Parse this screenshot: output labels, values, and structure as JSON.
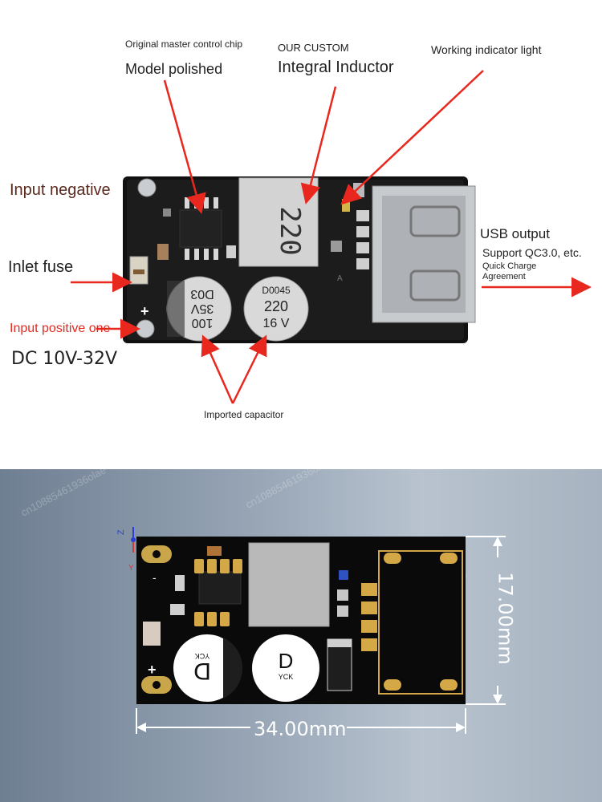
{
  "top_panel": {
    "labels": {
      "chip_small": "Original master control chip",
      "chip_big": "Model polished",
      "inductor_small": "OUR CUSTOM",
      "inductor_big": "Integral Inductor",
      "indicator": "Working indicator light",
      "input_negative": "Input negative",
      "inlet_fuse": "Inlet fuse",
      "input_positive": "Input positive one",
      "dc_range": "DC 10V-32V",
      "usb_output": "USB output",
      "support": "Support QC3.0, etc.",
      "quick_charge_1": "Quick Charge",
      "quick_charge_2": "Agreement",
      "capacitor": "Imported capacitor"
    },
    "board_markings": {
      "inductor_code": "220",
      "cap_left": [
        "100",
        "35V",
        "D03"
      ],
      "cap_right": [
        "D0045",
        "220",
        "16 V"
      ],
      "plus_sign": "+",
      "chip_ref": "A"
    },
    "colors": {
      "arrow": "#e8281e",
      "board": "#1a1a1a",
      "input_negative_text": "#5a2a1e",
      "input_positive_text": "#e32a20"
    }
  },
  "bottom_panel": {
    "dimensions": {
      "width": "34.00mm",
      "height": "17.00mm"
    },
    "axis": {
      "z": "Z",
      "y": "Y"
    },
    "board_markings": {
      "minus": "-",
      "plus": "+",
      "cap_left": "D",
      "cap_right": "D",
      "cap_brand": "YCK"
    },
    "watermark": "cn10885461936olae"
  }
}
